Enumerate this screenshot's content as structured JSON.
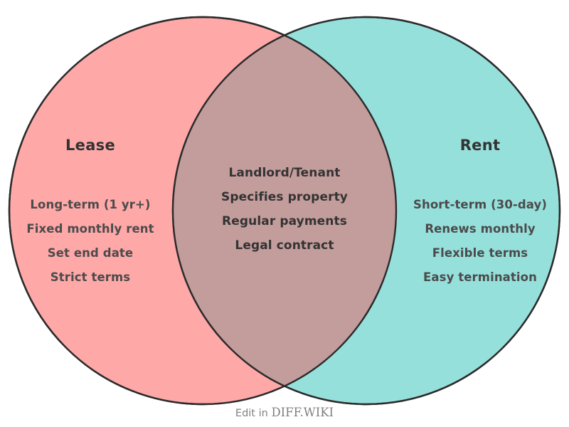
{
  "diagram": {
    "type": "venn-2-set",
    "background": "#ffffff",
    "stroke_color": "#2b2b2b",
    "left": {
      "title": "Lease",
      "fill": "#ffa8a8",
      "items": [
        "Long-term (1 yr+)",
        "Fixed monthly rent",
        "Set end date",
        "Strict terms"
      ]
    },
    "right": {
      "title": "Rent",
      "fill": "#96e0dc",
      "items": [
        "Short-term (30-day)",
        "Renews monthly",
        "Flexible terms",
        "Easy termination"
      ]
    },
    "intersection": {
      "fill": "#c39c9c",
      "items": [
        "Landlord/Tenant",
        "Specifies property",
        "Regular payments",
        "Legal contract"
      ]
    }
  },
  "footer": {
    "prefix": "Edit in ",
    "brand": "DIFF.WIKI"
  }
}
